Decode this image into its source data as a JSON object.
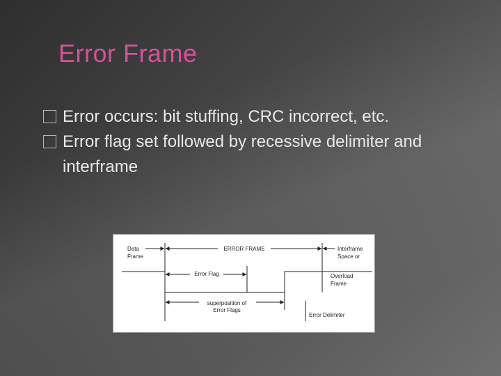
{
  "slide": {
    "title": "Error Frame",
    "bullets": [
      {
        "icon": "square-bullet-icon",
        "text": "Error occurs: bit stuffing, CRC incorrect, etc."
      },
      {
        "icon": "square-bullet-icon",
        "text": "Error flag set followed by recessive delimiter and interframe"
      }
    ]
  },
  "diagram": {
    "labels": {
      "data_frame_1": "Data",
      "data_frame_2": "Frame",
      "error_frame": "ERROR FRAME",
      "interframe_1": "Interframe",
      "interframe_2": "Space or",
      "overload_1": "Overload",
      "overload_2": "Frame",
      "error_flag": "Error Flag",
      "superposition_1": "superposition of",
      "superposition_2": "Error Flags",
      "error_delimiter": "Error Delimiter"
    }
  },
  "colors": {
    "title": "#d9509a",
    "bullet_text": "#e8e8e8",
    "background_dark": "#2e2e2e",
    "background_light": "#6e6e6e"
  }
}
